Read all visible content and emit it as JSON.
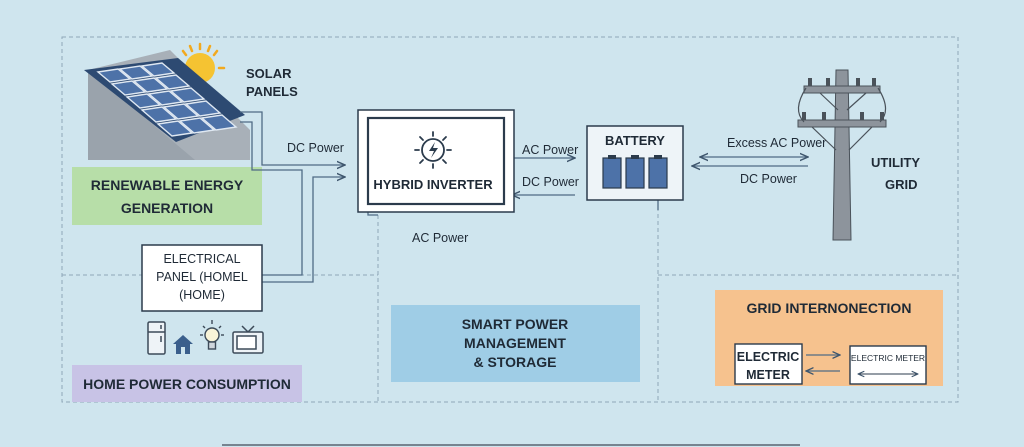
{
  "labels": {
    "solar_panels_line1": "SOLAR",
    "solar_panels_line2": "PANELS",
    "renewable_line1": "RENEWABLE ENERGY",
    "renewable_line2": "GENERATION",
    "dc_power_top": "DC Power",
    "hybrid_inverter": "HYBRID INVERTER",
    "ac_power_right": "AC Power",
    "dc_power_right": "DC Power",
    "battery": "BATTERY",
    "excess_ac_power": "Excess AC Power",
    "dc_power_grid": "DC Power",
    "utility_line1": "UTILITY",
    "utility_line2": "GRID",
    "ac_power_bottom": "AC Power",
    "panel_line1": "ELECTRICAL",
    "panel_line2": "PANEL (HOMEL",
    "panel_line3": "(HOME)",
    "home_consumption": "HOME POWER CONSUMPTION",
    "smart_line1": "SMART POWER",
    "smart_line2": "MANAGEMENT",
    "smart_line3": "& STORAGE",
    "grid_interconnection": "GRID INTERNONECTION",
    "meter1_line1": "ELECTRIC",
    "meter1_line2": "METER",
    "meter2": "ELECTRIC METER"
  },
  "colors": {
    "background": "#cfe5ee",
    "green_label": "#b7dea8",
    "purple_label": "#c8c3e6",
    "blue_label": "#9fcde6",
    "orange_label": "#f6c28e",
    "line": "#4f6b85",
    "panel_cell": "#4d72a8",
    "sun": "#f5c332"
  },
  "icons": [
    "sun-icon",
    "lightning-icon",
    "fridge-icon",
    "house-icon",
    "lightbulb-icon",
    "tv-icon",
    "utility-pole-icon",
    "solar-panel-icon"
  ]
}
